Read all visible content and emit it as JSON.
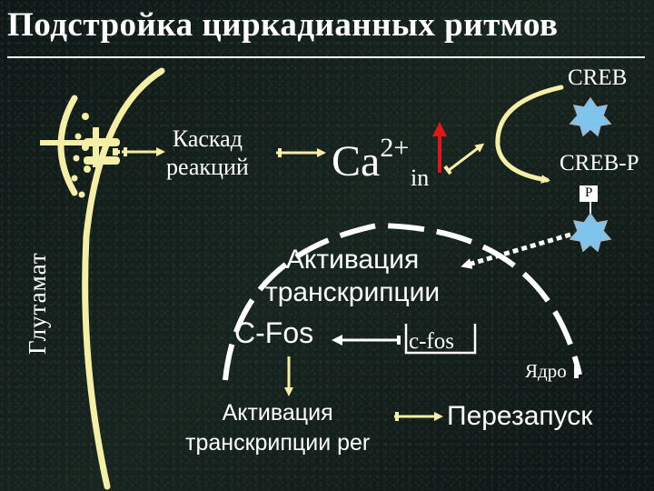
{
  "title": "Подстройка циркадианных ритмов",
  "labels": {
    "creb": "CREB",
    "cascade_line1": "Каскад",
    "cascade_line2": "реакций",
    "calcium": "Ca",
    "calcium_charge": "2+",
    "calcium_sub": "in",
    "creb_p": "CREB-P",
    "phosphate": "P",
    "activation_line1": "Активация",
    "activation_line2": "транскрипции",
    "cfos_protein": "C-Fos",
    "cfos_gene": "c-fos",
    "nucleus": "Ядро",
    "activation_per_line1": "Активация",
    "activation_per_line2": "транскрипции per",
    "restart": "Перезапуск",
    "glutamate": "Глутамат"
  },
  "colors": {
    "membrane": "#f4eea6",
    "calcium_arrow": "#e0161c",
    "creb_star": "#7fc4ec",
    "creb_star_stroke": "#9fb8c8",
    "text": "#ffffff"
  }
}
